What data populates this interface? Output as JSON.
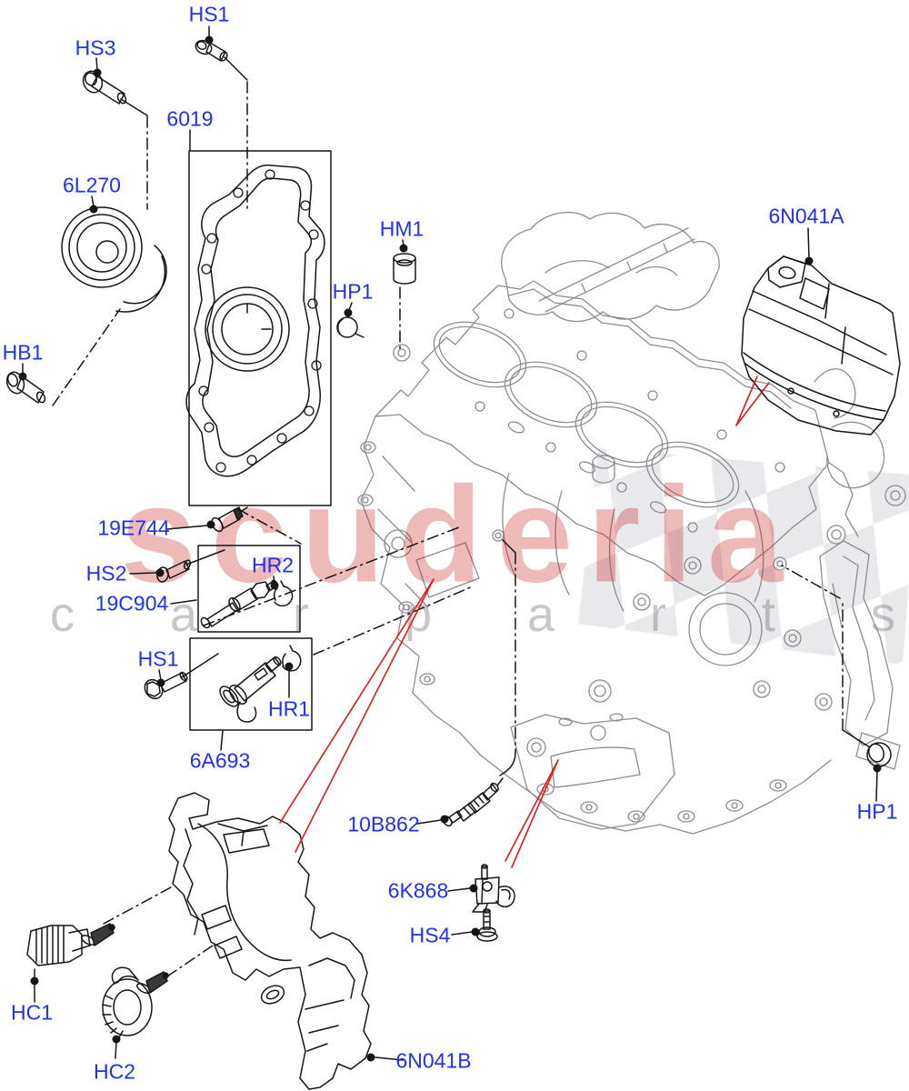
{
  "watermark": {
    "brand": "scuderia",
    "letters": [
      "c",
      "a",
      "r",
      "p",
      "a",
      "r",
      "t",
      "s"
    ],
    "brand_color": "#cb2a2a",
    "flag_color": "#d6d6de"
  },
  "colors": {
    "label_blue": "#1e32f0",
    "arrow_red": "#e81818",
    "part_line_black": "#161616",
    "block_line_gray": "#8c8c92",
    "background": "#ffffff"
  },
  "labels": [
    {
      "id": "hs1-top",
      "text": "HS1"
    },
    {
      "id": "hs3",
      "text": "HS3"
    },
    {
      "id": "6019",
      "text": "6019"
    },
    {
      "id": "6l270",
      "text": "6L270"
    },
    {
      "id": "hm1",
      "text": "HM1"
    },
    {
      "id": "6n041a",
      "text": "6N041A"
    },
    {
      "id": "hp1-top",
      "text": "HP1"
    },
    {
      "id": "hb1",
      "text": "HB1"
    },
    {
      "id": "19e744",
      "text": "19E744"
    },
    {
      "id": "hs2",
      "text": "HS2"
    },
    {
      "id": "hr2",
      "text": "HR2"
    },
    {
      "id": "19c904",
      "text": "19C904"
    },
    {
      "id": "hs1-mid",
      "text": "HS1"
    },
    {
      "id": "hr1",
      "text": "HR1"
    },
    {
      "id": "6a693",
      "text": "6A693"
    },
    {
      "id": "10b862",
      "text": "10B862"
    },
    {
      "id": "hp1-bottom",
      "text": "HP1"
    },
    {
      "id": "6k868",
      "text": "6K868"
    },
    {
      "id": "hs4",
      "text": "HS4"
    },
    {
      "id": "hc1",
      "text": "HC1"
    },
    {
      "id": "hc2",
      "text": "HC2"
    },
    {
      "id": "6n041b",
      "text": "6N041B"
    }
  ]
}
